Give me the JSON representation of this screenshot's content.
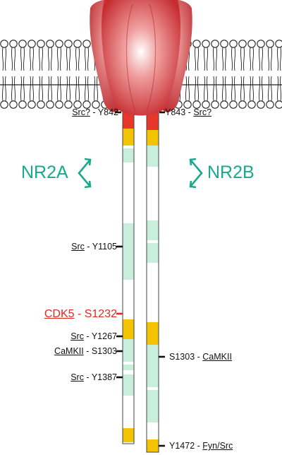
{
  "subunits": {
    "left": "NR2A",
    "right": "NR2B"
  },
  "left_sites": [
    {
      "id": "y842",
      "kinase": "Src?",
      "sep": " - ",
      "residue": "Y842"
    },
    {
      "id": "y1105",
      "kinase": "Src",
      "sep": " - ",
      "residue": "Y1105"
    },
    {
      "id": "s1232",
      "kinase": "CDK5",
      "sep": " - ",
      "residue": "S1232"
    },
    {
      "id": "y1267",
      "kinase": "Src",
      "sep": " - ",
      "residue": "Y1267"
    },
    {
      "id": "s1303",
      "kinase": "CaMKII",
      "sep": " - ",
      "residue": "S1303"
    },
    {
      "id": "y1387",
      "kinase": "Src",
      "sep": " - ",
      "residue": "Y1387"
    }
  ],
  "right_sites": [
    {
      "id": "y843",
      "residue": "Y843",
      "sep": " - ",
      "kinase": "Src?"
    },
    {
      "id": "s1303",
      "residue": "S1303",
      "sep": " - ",
      "kinase": "CaMKII"
    },
    {
      "id": "y1472",
      "residue": "Y1472",
      "sep": " - ",
      "kinase": "Fyn/Src"
    }
  ],
  "colors": {
    "receptor": "#d63b3e",
    "mint_segment": "#c9efdc",
    "yellow_segment": "#f5c400",
    "red_segment": "#e8372a",
    "highlight_label": "#e02a1f",
    "subunit_label": "#1aa88e"
  }
}
